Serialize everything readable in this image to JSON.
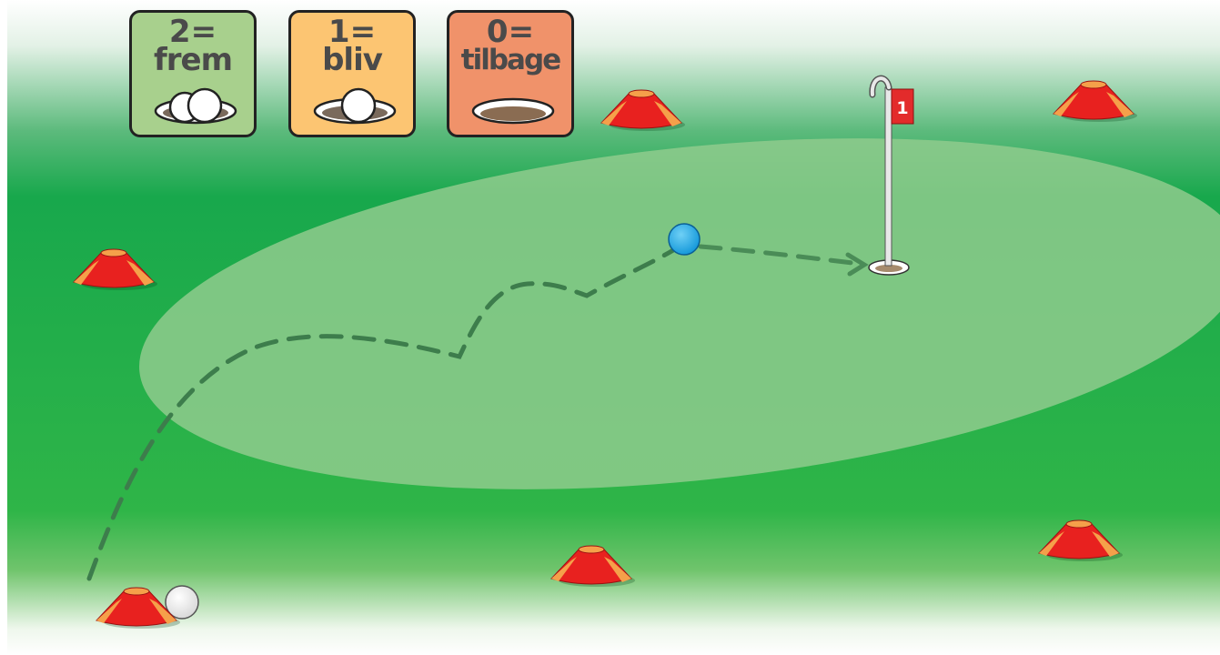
{
  "legend": [
    {
      "value": "2=",
      "word": "frem",
      "color": "#a8d08d",
      "balls_in_hole": 2
    },
    {
      "value": "1=",
      "word": "bliv",
      "color": "#fcc572",
      "balls_in_hole": 1
    },
    {
      "value": "0=",
      "word": "tilbage",
      "color": "#f0926a",
      "balls_in_hole": 0
    }
  ],
  "flag": {
    "number": "1",
    "color": "#e32b2b"
  },
  "colors": {
    "grass": "#2fb548",
    "green_area": "#86c887",
    "cone": "#e8211f",
    "cone_highlight": "#f5a04a",
    "ball_blue": "#1aa9e8",
    "ball_white": "#ffffff",
    "path": "#3d7d4c"
  }
}
